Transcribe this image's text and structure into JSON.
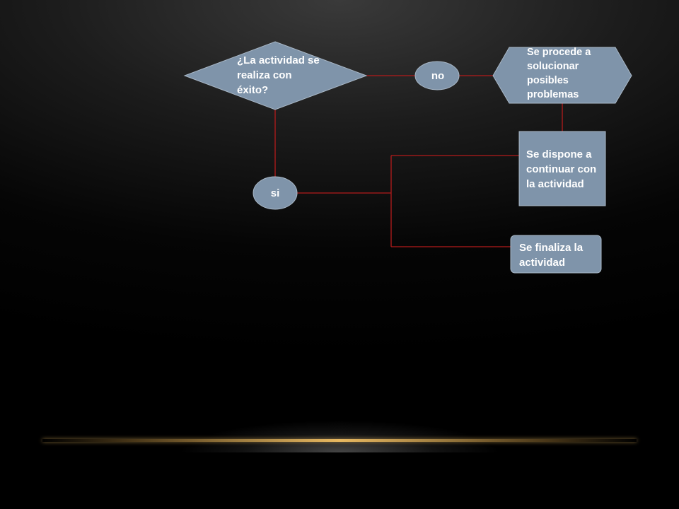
{
  "diagram": {
    "decision": {
      "text": "¿La actividad se realiza con éxito?"
    },
    "no_label": {
      "text": "no"
    },
    "si_label": {
      "text": "si"
    },
    "solve_box": {
      "text": "Se procede a solucionar posibles problemas"
    },
    "continue_box": {
      "text": "Se dispone a continuar con la actividad"
    },
    "finish_box": {
      "text": "Se finaliza la actividad"
    },
    "colors": {
      "shape_fill": "#7f94aa",
      "shape_stroke": "#a9b8c7",
      "connector": "#b31b1b",
      "text": "#ffffff"
    }
  }
}
